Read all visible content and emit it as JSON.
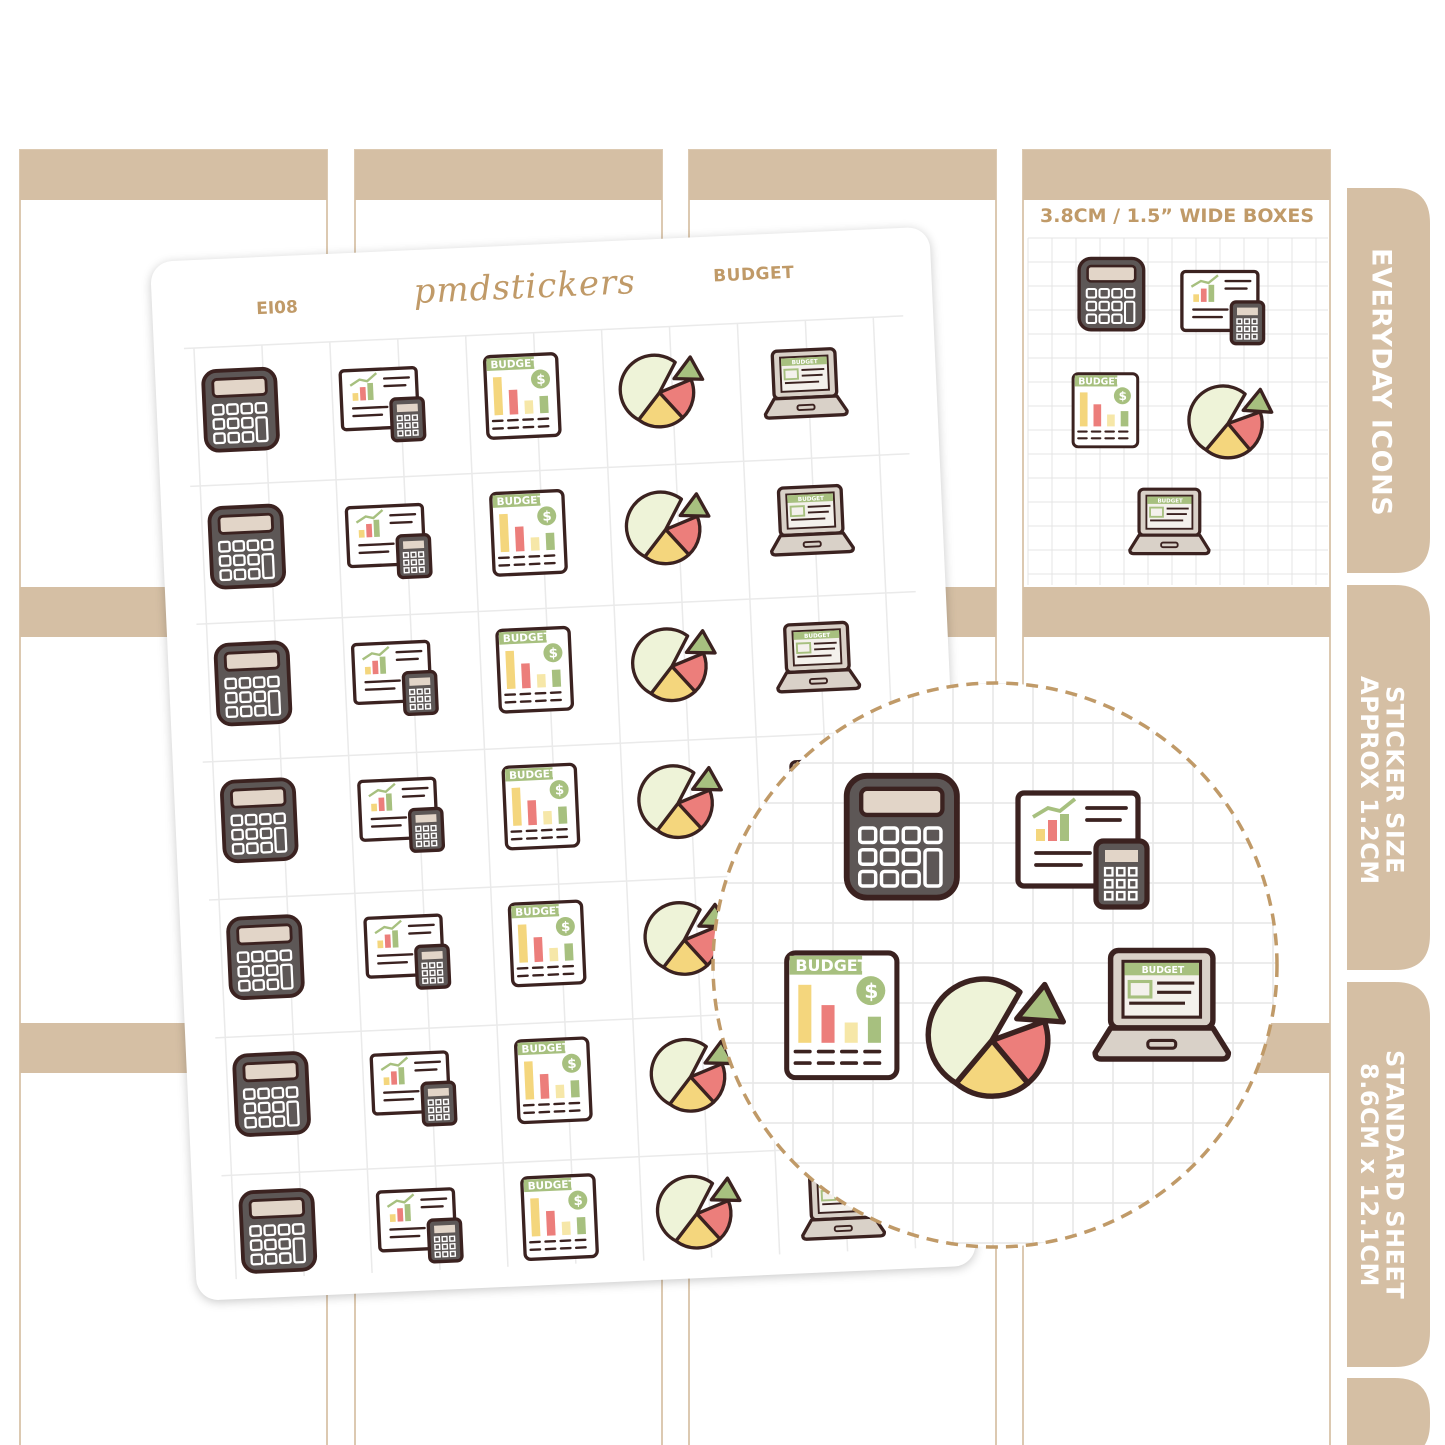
{
  "sheet": {
    "code": "EI08",
    "brand": "pmdstickers",
    "title": "BUDGET",
    "rows": 7,
    "columns": 5,
    "icons": [
      "calculator-icon",
      "report-calculator-icon",
      "budget-document-icon",
      "pie-chart-icon",
      "laptop-budget-icon"
    ]
  },
  "sample_box": {
    "title": "3.8CM / 1.5” WIDE BOXES"
  },
  "sticker_label": "BUDGET",
  "side_tabs": [
    {
      "lines": [
        "EVERYDAY ICONS"
      ]
    },
    {
      "lines": [
        "STICKER SIZE",
        "APPROX 1.2CM"
      ]
    },
    {
      "lines": [
        "STANDARD SHEET",
        "8.6CM x 12.1CM"
      ]
    }
  ],
  "colors": {
    "tan": "#d5bfa4",
    "line": "#dcc9b1",
    "outline": "#3b2220",
    "calc_body": "#5d5756",
    "calc_screen": "#e2d5c8",
    "green": "#a7c07f",
    "pale_green": "#eef3d8",
    "yellow": "#f4d67d",
    "red": "#ec7e7b",
    "laptop_body": "#d9d1c8",
    "laptop_screen": "#f4f1ec",
    "dashed": "#c09a68",
    "label": "#c09a68"
  }
}
